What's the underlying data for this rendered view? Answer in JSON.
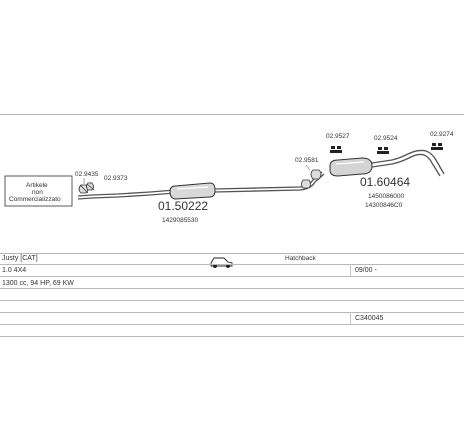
{
  "parts": {
    "label_box": {
      "line1": "Artikele",
      "line2": "non",
      "line3": "Commercializzato"
    },
    "front_clamps": [
      "02.9435",
      "02.9373"
    ],
    "middle_silencer": {
      "code": "01.50222",
      "oem": "1429085530"
    },
    "mid_clamp": "02.9581",
    "rear_hangers": [
      "02.9527",
      "02.9524",
      "02.9274"
    ],
    "rear_silencer": {
      "code": "01.60464",
      "oem": [
        "1450086000",
        "14300846C0"
      ]
    }
  },
  "vehicle": {
    "model": "Justy  [CAT]",
    "body_type": "Hatchback",
    "engine": "1.0 4X4",
    "date": "09/00 -",
    "spec": "1300 cc, 94 HP, 69 KW",
    "catalog_code": "C340045"
  },
  "icons": {
    "car": "car-icon"
  }
}
